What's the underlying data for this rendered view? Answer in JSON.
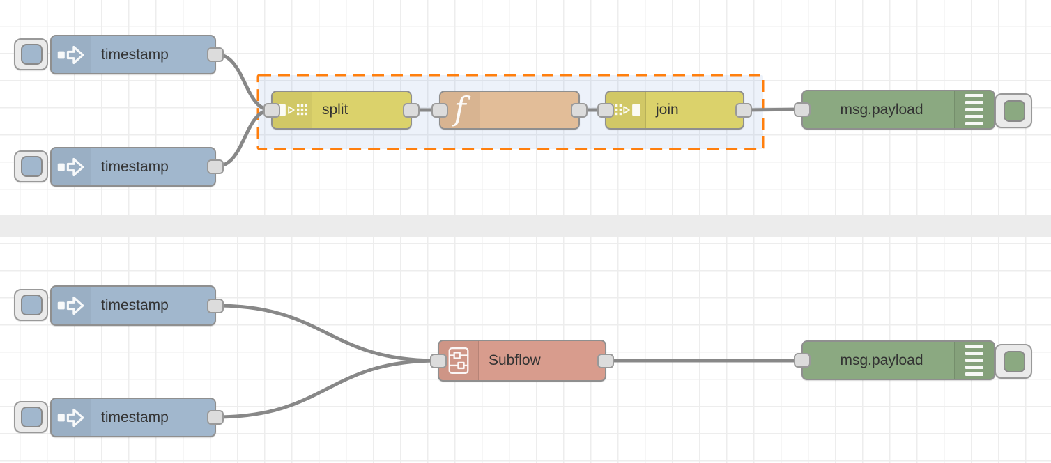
{
  "app": {
    "name": "Node-RED flow editor canvas"
  },
  "colors": {
    "inject_node": "#a1b7cd",
    "split_join_node": "#dbd26b",
    "function_node": "#e2bd98",
    "subflow_node": "#d89c8d",
    "debug_node": "#8ba981",
    "group_border": "#ff7f0e",
    "group_fill_tint": "#e9f1fb",
    "wire": "#888888",
    "node_border": "#8f8f8f",
    "port_fill": "#dcdcdc",
    "grid_line": "#ededed",
    "canvas_bg": "#ffffff",
    "workspace_divider": "#ececec",
    "label_text": "#333333"
  },
  "nodes": [
    {
      "id": "inject-1",
      "type": "inject",
      "label": "timestamp",
      "icon": "inject-arrow-icon"
    },
    {
      "id": "inject-2",
      "type": "inject",
      "label": "timestamp",
      "icon": "inject-arrow-icon"
    },
    {
      "id": "split-1",
      "type": "split",
      "label": "split",
      "icon": "split-icon"
    },
    {
      "id": "function-1",
      "type": "function",
      "label": "",
      "icon": "function-f-icon"
    },
    {
      "id": "join-1",
      "type": "join",
      "label": "join",
      "icon": "join-icon"
    },
    {
      "id": "debug-1",
      "type": "debug",
      "label": "msg.payload",
      "icon": "debug-list-icon"
    },
    {
      "id": "inject-3",
      "type": "inject",
      "label": "timestamp",
      "icon": "inject-arrow-icon"
    },
    {
      "id": "inject-4",
      "type": "inject",
      "label": "timestamp",
      "icon": "inject-arrow-icon"
    },
    {
      "id": "subflow-1",
      "type": "subflow",
      "label": "Subflow",
      "icon": "subflow-icon"
    },
    {
      "id": "debug-2",
      "type": "debug",
      "label": "msg.payload",
      "icon": "debug-list-icon"
    }
  ],
  "group": {
    "selected": true,
    "members": [
      "split-1",
      "function-1",
      "join-1"
    ]
  },
  "wires": [
    {
      "from": "inject-1",
      "to": "split-1"
    },
    {
      "from": "inject-2",
      "to": "split-1"
    },
    {
      "from": "split-1",
      "to": "function-1"
    },
    {
      "from": "function-1",
      "to": "join-1"
    },
    {
      "from": "join-1",
      "to": "debug-1"
    },
    {
      "from": "inject-3",
      "to": "subflow-1"
    },
    {
      "from": "inject-4",
      "to": "subflow-1"
    },
    {
      "from": "subflow-1",
      "to": "debug-2"
    }
  ]
}
